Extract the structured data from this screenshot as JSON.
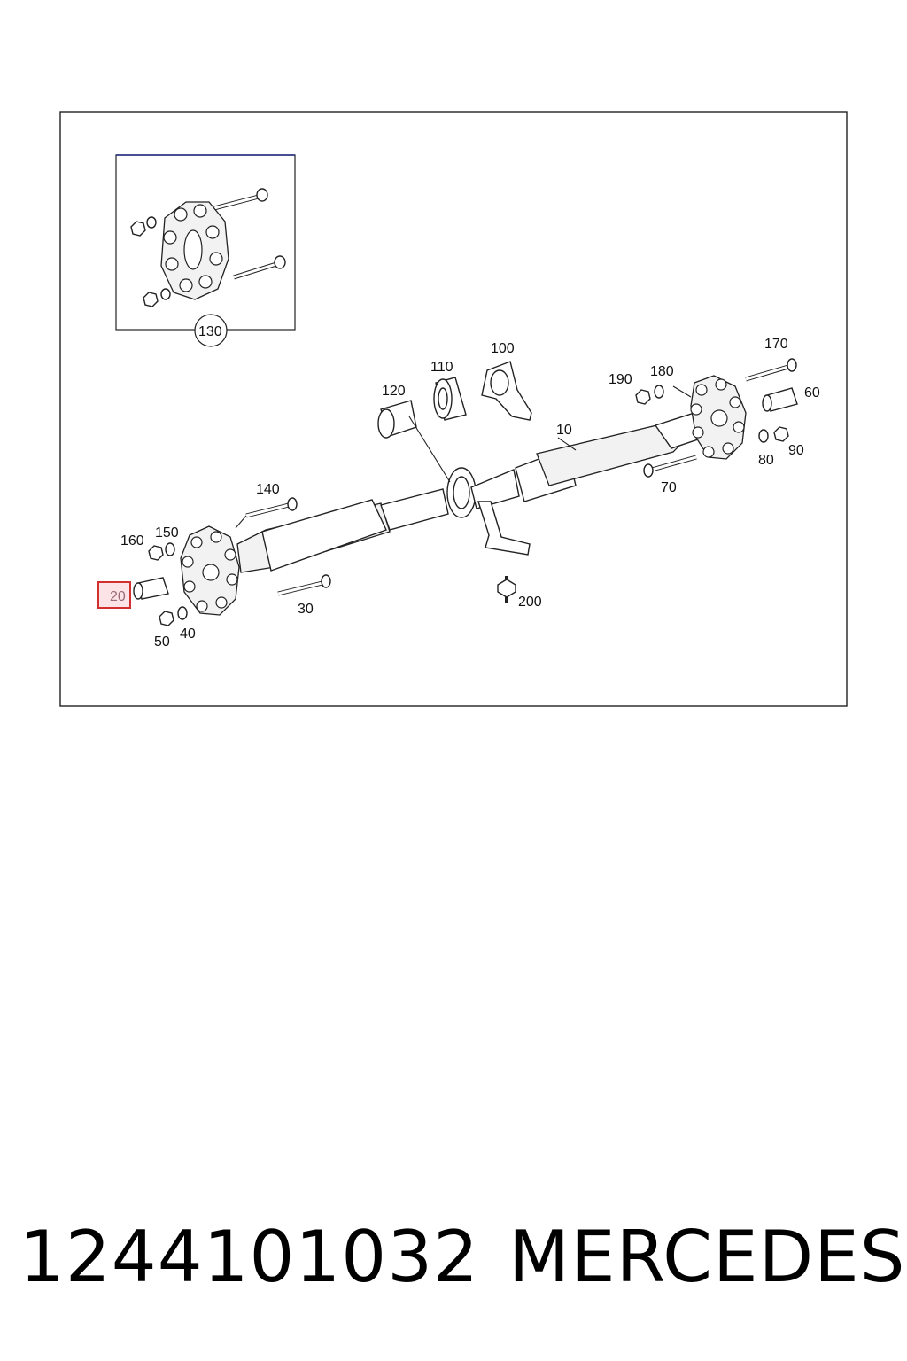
{
  "diagram": {
    "callouts": {
      "c10": "10",
      "c20": "20",
      "c30": "30",
      "c40": "40",
      "c50": "50",
      "c60": "60",
      "c70": "70",
      "c80": "80",
      "c90": "90",
      "c100": "100",
      "c110": "110",
      "c120": "120",
      "c130": "130",
      "c140": "140",
      "c150": "150",
      "c160": "160",
      "c170": "170",
      "c180": "180",
      "c190": "190",
      "c200": "200"
    },
    "highlighted_callout": "20",
    "highlight_color": "#d32f2f",
    "highlight_fill": "#fbe3e6"
  },
  "footer": {
    "part_number": "1244101032",
    "brand": "MERCEDES"
  }
}
